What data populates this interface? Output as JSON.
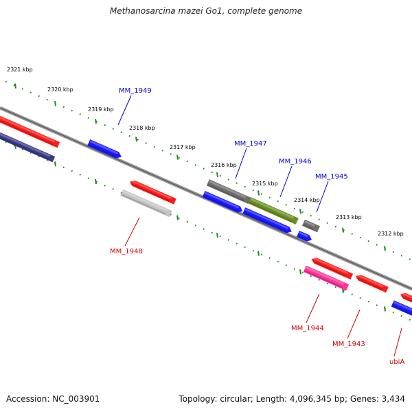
{
  "title": "Methanosarcina mazei Go1, complete genome",
  "footer": {
    "accession": "Accession: NC_003901",
    "summary": "Topology: circular; Length: 4,096,345 bp; Genes: 3,434"
  },
  "colors": {
    "backbone": "#8a8a8a",
    "tick": "#1e8c1e",
    "tick_label": "#000000",
    "gene_label_plus": "#0000cc",
    "gene_label_minus": "#cc0000",
    "red": "#ff1a1a",
    "blue": "#1a1aff",
    "navy": "#3a3a8c",
    "darkgray": "#6e6e6e",
    "lightgray": "#c4c4c4",
    "olive": "#6b8e23",
    "pink": "#ff3399"
  },
  "scale_labels": [
    "2321 kbp",
    "2320 kbp",
    "2319 kbp",
    "2318 kbp",
    "2317 kbp",
    "2316 kbp",
    "2315 kbp",
    "2314 kbp",
    "2313 kbp",
    "2312 kbp"
  ],
  "gene_labels": [
    {
      "text": "MM_1949",
      "strand": "plus"
    },
    {
      "text": "MM_1947",
      "strand": "plus"
    },
    {
      "text": "MM_1946",
      "strand": "plus"
    },
    {
      "text": "MM_1945",
      "strand": "plus"
    },
    {
      "text": "MM_1948",
      "strand": "minus"
    },
    {
      "text": "MM_1944",
      "strand": "minus"
    },
    {
      "text": "MM_1943",
      "strand": "minus"
    },
    {
      "text": "ubiA",
      "strand": "minus"
    }
  ],
  "features": [
    {
      "name": "outer-red-feature",
      "color": "red"
    },
    {
      "name": "outer-navy-feature",
      "color": "navy"
    },
    {
      "name": "blue-feature-mm1949",
      "color": "blue"
    },
    {
      "name": "red-feature-mm1948-upper",
      "color": "red"
    },
    {
      "name": "gray-feature-mm1948-lower",
      "color": "lightgray"
    },
    {
      "name": "gray-feature-mm1947",
      "color": "darkgray"
    },
    {
      "name": "blue-feature-mm1947",
      "color": "blue"
    },
    {
      "name": "olive-feature-mm1946",
      "color": "olive"
    },
    {
      "name": "blue-feature-mm1946",
      "color": "blue"
    },
    {
      "name": "gray-feature-mm1945",
      "color": "darkgray"
    },
    {
      "name": "blue-feature-mm1945",
      "color": "blue"
    },
    {
      "name": "red-feature-mm1944",
      "color": "red"
    },
    {
      "name": "pink-feature-mm1944",
      "color": "pink"
    },
    {
      "name": "red-feature-mm1943",
      "color": "red"
    },
    {
      "name": "red-feature-ubia",
      "color": "red"
    },
    {
      "name": "blue-feature-ubia",
      "color": "blue"
    }
  ]
}
